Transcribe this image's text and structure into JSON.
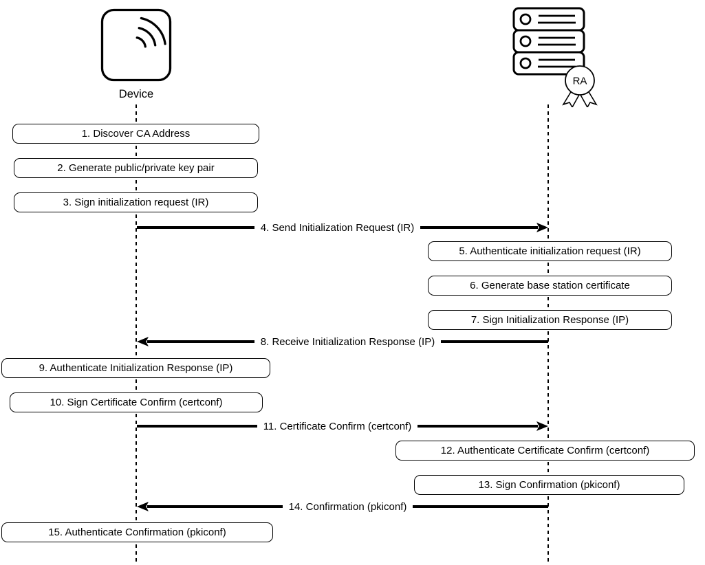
{
  "colors": {
    "ink": "#000000",
    "background": "#ffffff"
  },
  "actors": [
    {
      "id": "device",
      "label": "Device",
      "icon": "wireless-device-icon"
    },
    {
      "id": "ra",
      "badge": "RA",
      "icon": "server-stack-icon"
    }
  ],
  "steps": [
    {
      "n": 1,
      "kind": "action",
      "lane": "device",
      "label": "1. Discover CA Address"
    },
    {
      "n": 2,
      "kind": "action",
      "lane": "device",
      "label": "2. Generate public/private key pair"
    },
    {
      "n": 3,
      "kind": "action",
      "lane": "device",
      "label": "3. Sign initialization request (IR)"
    },
    {
      "n": 4,
      "kind": "message",
      "from": "device",
      "to": "ra",
      "label": "4. Send Initialization Request (IR)"
    },
    {
      "n": 5,
      "kind": "action",
      "lane": "ra",
      "label": "5. Authenticate initialization request (IR)"
    },
    {
      "n": 6,
      "kind": "action",
      "lane": "ra",
      "label": "6. Generate base station certificate"
    },
    {
      "n": 7,
      "kind": "action",
      "lane": "ra",
      "label": "7. Sign Initialization Response (IP)"
    },
    {
      "n": 8,
      "kind": "message",
      "from": "ra",
      "to": "device",
      "label": "8. Receive Initialization Response (IP)"
    },
    {
      "n": 9,
      "kind": "action",
      "lane": "device",
      "label": "9. Authenticate Initialization Response (IP)"
    },
    {
      "n": 10,
      "kind": "action",
      "lane": "device",
      "label": "10. Sign Certificate Confirm (certconf)"
    },
    {
      "n": 11,
      "kind": "message",
      "from": "device",
      "to": "ra",
      "label": "11. Certificate Confirm (certconf)"
    },
    {
      "n": 12,
      "kind": "action",
      "lane": "ra",
      "label": "12. Authenticate Certificate Confirm (certconf)"
    },
    {
      "n": 13,
      "kind": "action",
      "lane": "ra",
      "label": "13. Sign Confirmation (pkiconf)"
    },
    {
      "n": 14,
      "kind": "message",
      "from": "ra",
      "to": "device",
      "label": "14. Confirmation (pkiconf)"
    },
    {
      "n": 15,
      "kind": "action",
      "lane": "device",
      "label": "15. Authenticate Confirmation (pkiconf)"
    }
  ]
}
